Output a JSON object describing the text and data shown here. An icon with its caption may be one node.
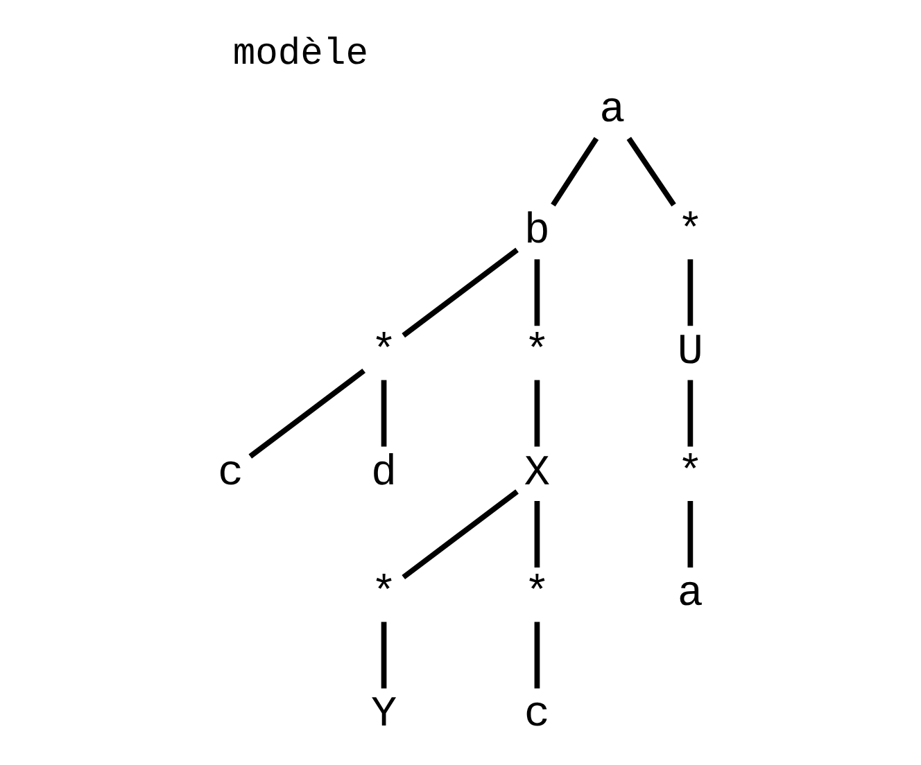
{
  "diagram": {
    "title": "modèle",
    "nodes": [
      {
        "text": [
          "a"
        ]
      },
      {
        "text": [
          "b"
        ]
      },
      {
        "text": [
          "*"
        ]
      },
      {
        "text": [
          "*"
        ]
      },
      {
        "text": [
          "*"
        ]
      },
      {
        "text": [
          "U"
        ]
      },
      {
        "text": [
          "c"
        ]
      },
      {
        "text": [
          "d"
        ]
      },
      {
        "text": [
          "X"
        ]
      },
      {
        "text": [
          "*"
        ]
      },
      {
        "text": [
          "*"
        ]
      },
      {
        "text": [
          "*"
        ]
      },
      {
        "text": [
          "a"
        ]
      },
      {
        "text": [
          "Y"
        ]
      },
      {
        "text": [
          "c"
        ]
      }
    ],
    "edges": [
      {
        "from": 0,
        "to": 1,
        "arrow": "none"
      },
      {
        "from": 0,
        "to": 2,
        "arrow": "none"
      },
      {
        "from": 1,
        "to": 3,
        "arrow": "none"
      },
      {
        "from": 1,
        "to": 4,
        "arrow": "none"
      },
      {
        "from": 2,
        "to": 5,
        "arrow": "none"
      },
      {
        "from": 3,
        "to": 6,
        "arrow": "none"
      },
      {
        "from": 3,
        "to": 7,
        "arrow": "none"
      },
      {
        "from": 4,
        "to": 8,
        "arrow": "none"
      },
      {
        "from": 5,
        "to": 9,
        "arrow": "none"
      },
      {
        "from": 8,
        "to": 10,
        "arrow": "none"
      },
      {
        "from": 8,
        "to": 11,
        "arrow": "none"
      },
      {
        "from": 9,
        "to": 12,
        "arrow": "none"
      },
      {
        "from": 10,
        "to": 13,
        "arrow": "none"
      },
      {
        "from": 11,
        "to": 14,
        "arrow": "none"
      }
    ]
  }
}
